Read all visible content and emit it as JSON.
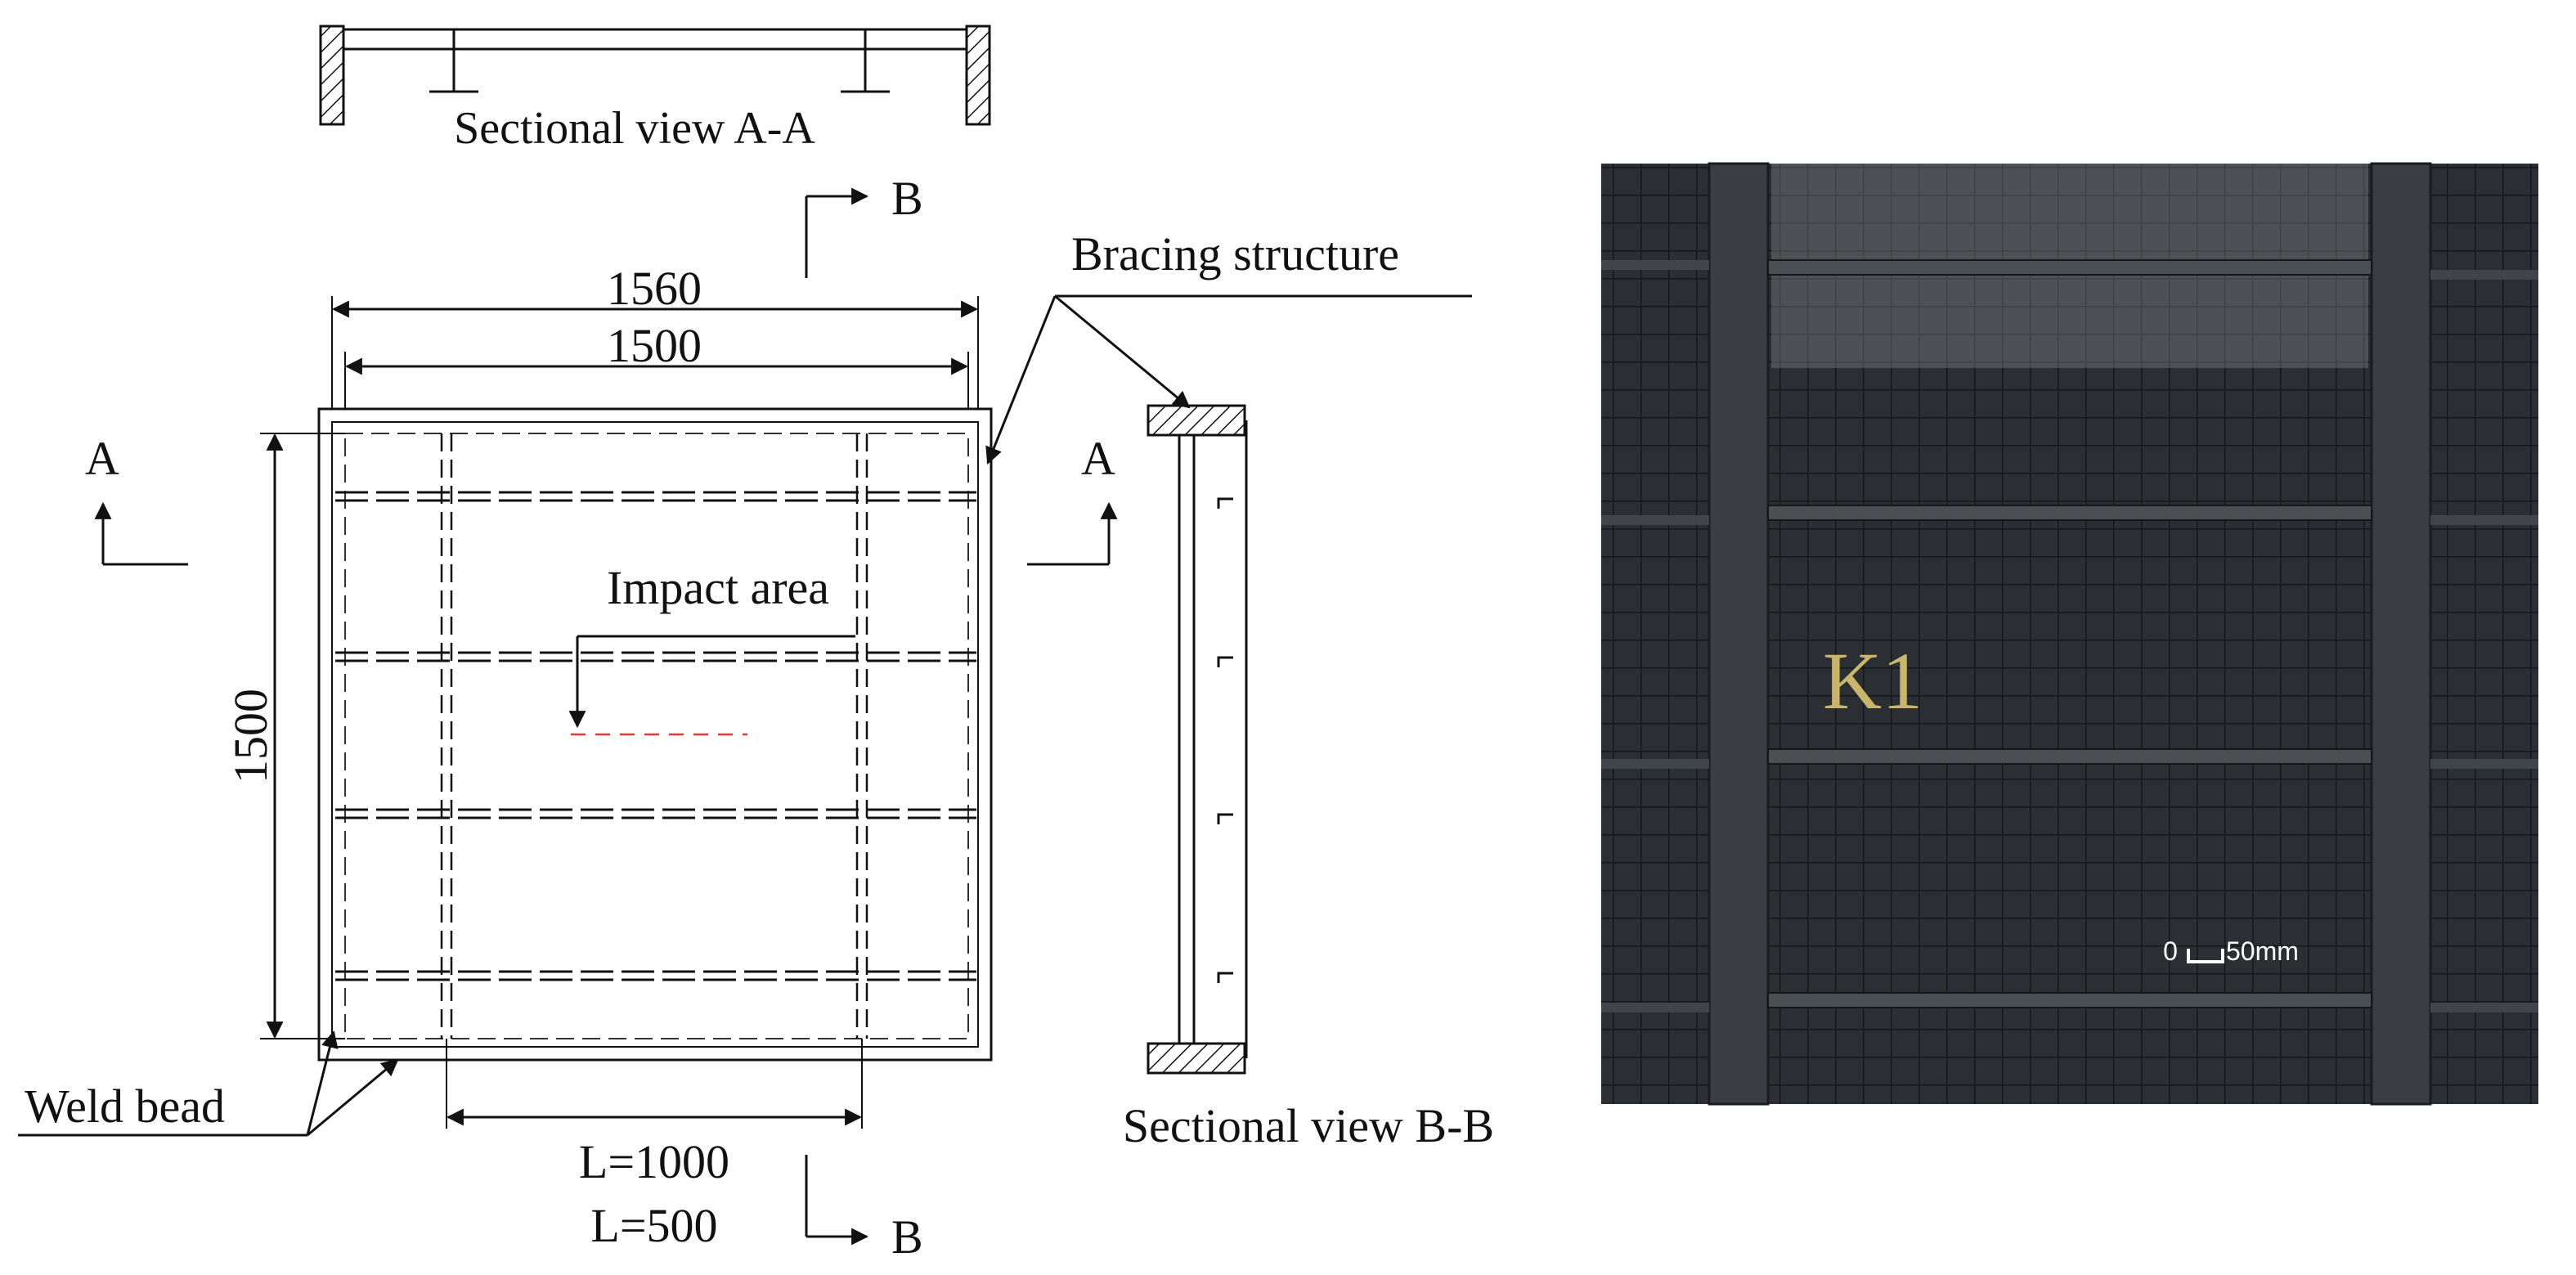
{
  "labels": {
    "section_aa": "Sectional view A-A",
    "section_bb": "Sectional view B-B",
    "bracing": "Bracing structure",
    "impact": "Impact area",
    "weld": "Weld bead",
    "b_top": "B",
    "b_bottom": "B",
    "a_left": "A",
    "a_right": "A"
  },
  "dimensions": {
    "outer_width": "1560",
    "inner_width": "1500",
    "height": "1500",
    "l1": "L=1000",
    "l2": "L=500"
  },
  "photo": {
    "specimen_label": "K1",
    "scale_zero": "0",
    "scale_value": "50mm"
  },
  "colors": {
    "ink": "#111111",
    "impact_line": "#e53935",
    "photo_bg": "#2b2f33",
    "specimen_text": "#c9b66a"
  }
}
